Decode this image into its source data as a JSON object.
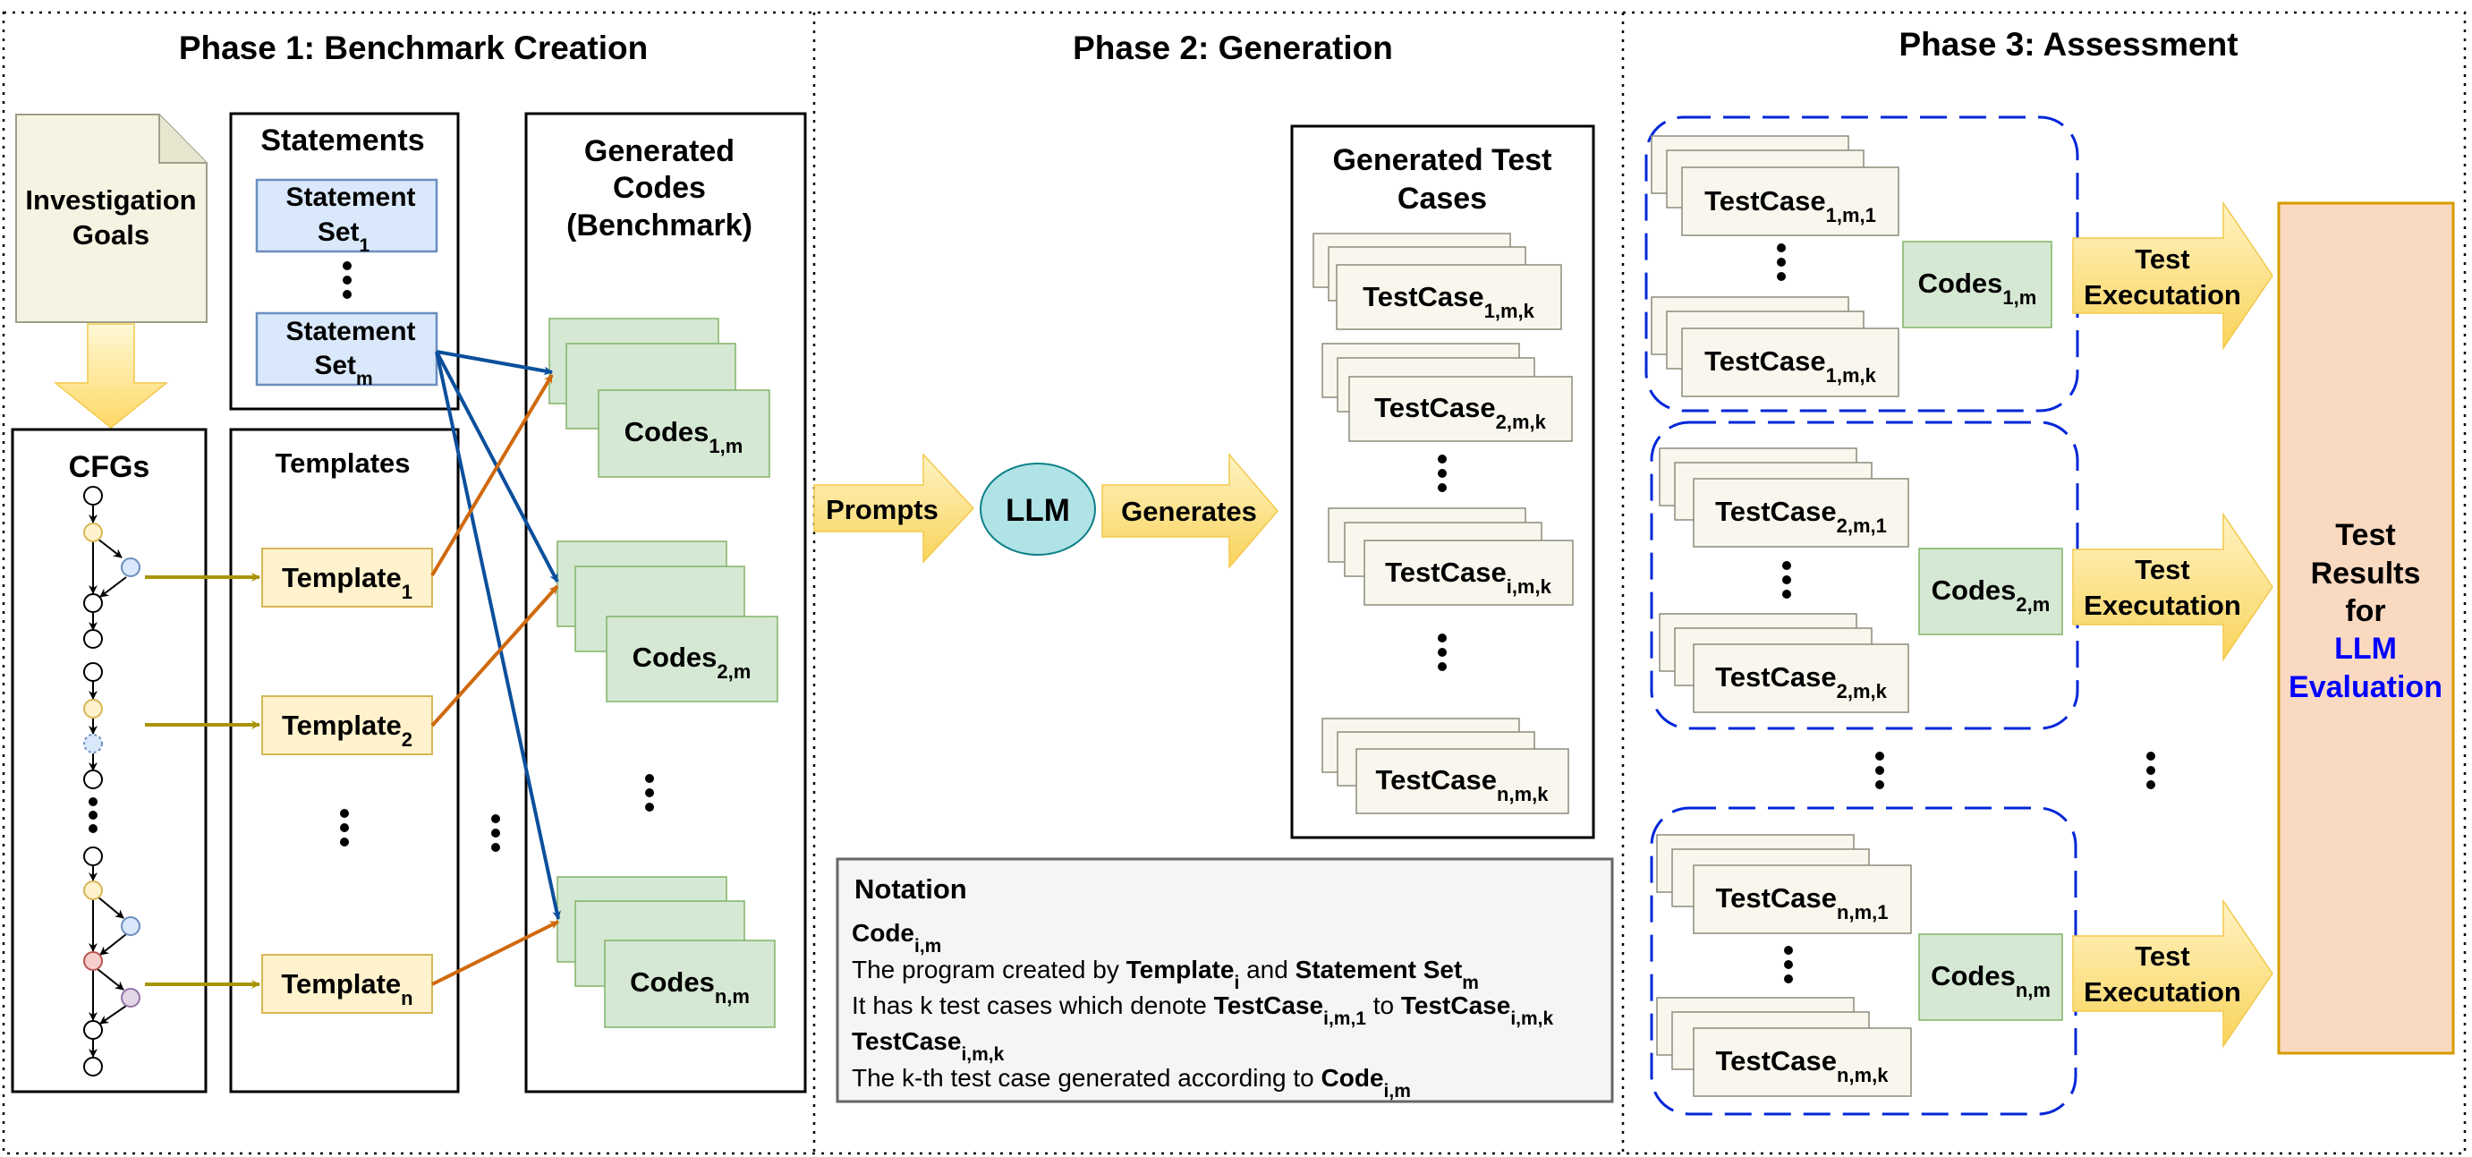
{
  "phases": {
    "p1": "Phase 1: Benchmark Creation",
    "p2": "Phase 2: Generation",
    "p3": "Phase 3: Assessment"
  },
  "goals": {
    "line1": "Investigation",
    "line2": "Goals"
  },
  "cfgs": {
    "title": "CFGs"
  },
  "statements": {
    "title": "Statements",
    "set1": {
      "line1": "Statement",
      "base": "Set",
      "sub": "1"
    },
    "setm": {
      "line1": "Statement",
      "base": "Set",
      "sub": "m"
    }
  },
  "templates": {
    "title": "Templates",
    "t1": {
      "base": "Template",
      "sub": "1"
    },
    "t2": {
      "base": "Template",
      "sub": "2"
    },
    "tn": {
      "base": "Template",
      "sub": "n"
    }
  },
  "generated_codes": {
    "line1": "Generated",
    "line2": "Codes",
    "line3": "(Benchmark)",
    "c1": {
      "base": "Codes",
      "sub": "1,m"
    },
    "c2": {
      "base": "Codes",
      "sub": "2,m"
    },
    "cn": {
      "base": "Codes",
      "sub": "n,m"
    }
  },
  "flow": {
    "prompts": "Prompts",
    "llm": "LLM",
    "generates": "Generates"
  },
  "generated_tests": {
    "line1": "Generated Test",
    "line2": "Cases",
    "items": [
      {
        "base": "TestCase",
        "sub": "1,m,k"
      },
      {
        "base": "TestCase",
        "sub": "2,m,k"
      },
      {
        "base": "TestCase",
        "sub": "i,m,k"
      },
      {
        "base": "TestCase",
        "sub": "n,m,k"
      }
    ]
  },
  "notation": {
    "title": "Notation",
    "code_term": {
      "base": "Code",
      "sub": "i,m"
    },
    "line_a": {
      "t1": "The program created by ",
      "b1": "Template",
      "s1": "i",
      "t2": " and ",
      "b2": "Statement Set",
      "s2": "m"
    },
    "line_b": {
      "t1": "It has k test cases which denote ",
      "b1": "TestCase",
      "s1": "i,m,1",
      "t2": " to ",
      "b2": "TestCase",
      "s2": "i,m,k"
    },
    "tc_term": {
      "base": "TestCase",
      "sub": "i,m,k"
    },
    "line_c": {
      "t1": "The k-th test case generated according to ",
      "b1": "Code",
      "s1": "i,m"
    }
  },
  "assessment": {
    "groups": [
      {
        "top": {
          "base": "TestCase",
          "sub": "1,m,1"
        },
        "bottom": {
          "base": "TestCase",
          "sub": "1,m,k"
        },
        "code": {
          "base": "Codes",
          "sub": "1,m"
        }
      },
      {
        "top": {
          "base": "TestCase",
          "sub": "2,m,1"
        },
        "bottom": {
          "base": "TestCase",
          "sub": "2,m,k"
        },
        "code": {
          "base": "Codes",
          "sub": "2,m"
        }
      },
      {
        "top": {
          "base": "TestCase",
          "sub": "n,m,1"
        },
        "bottom": {
          "base": "TestCase",
          "sub": "n,m,k"
        },
        "code": {
          "base": "Codes",
          "sub": "n,m"
        }
      }
    ],
    "execution": {
      "line1": "Test",
      "line2": "Executation"
    }
  },
  "results": {
    "line1": "Test",
    "line2": "Results",
    "line3": "for",
    "line4": "LLM",
    "line5": "Evaluation"
  },
  "colors": {
    "doc_fill": "#f5f3e1",
    "blue_fill": "#dae8fc",
    "blue_stroke": "#6c8ebf",
    "green_fill": "#d5e8d4",
    "green_stroke": "#82b366",
    "yellow_fill": "#fff2cc",
    "yellow_stroke": "#d6b656",
    "cream_fill": "#f9f7ed",
    "gray_stroke": "#8c8c7c",
    "llm_fill": "#b0e3e6",
    "llm_stroke": "#0e8088",
    "notation_fill": "#f5f5f5",
    "results_fill": "#fad9c1",
    "results_stroke": "#d79b00",
    "accent_blue": "#0000ff",
    "dash_blue": "#0027d8",
    "arrow_blue": "#0b4f9c",
    "arrow_orange": "#d0690e",
    "arrow_olive": "#a89400"
  }
}
